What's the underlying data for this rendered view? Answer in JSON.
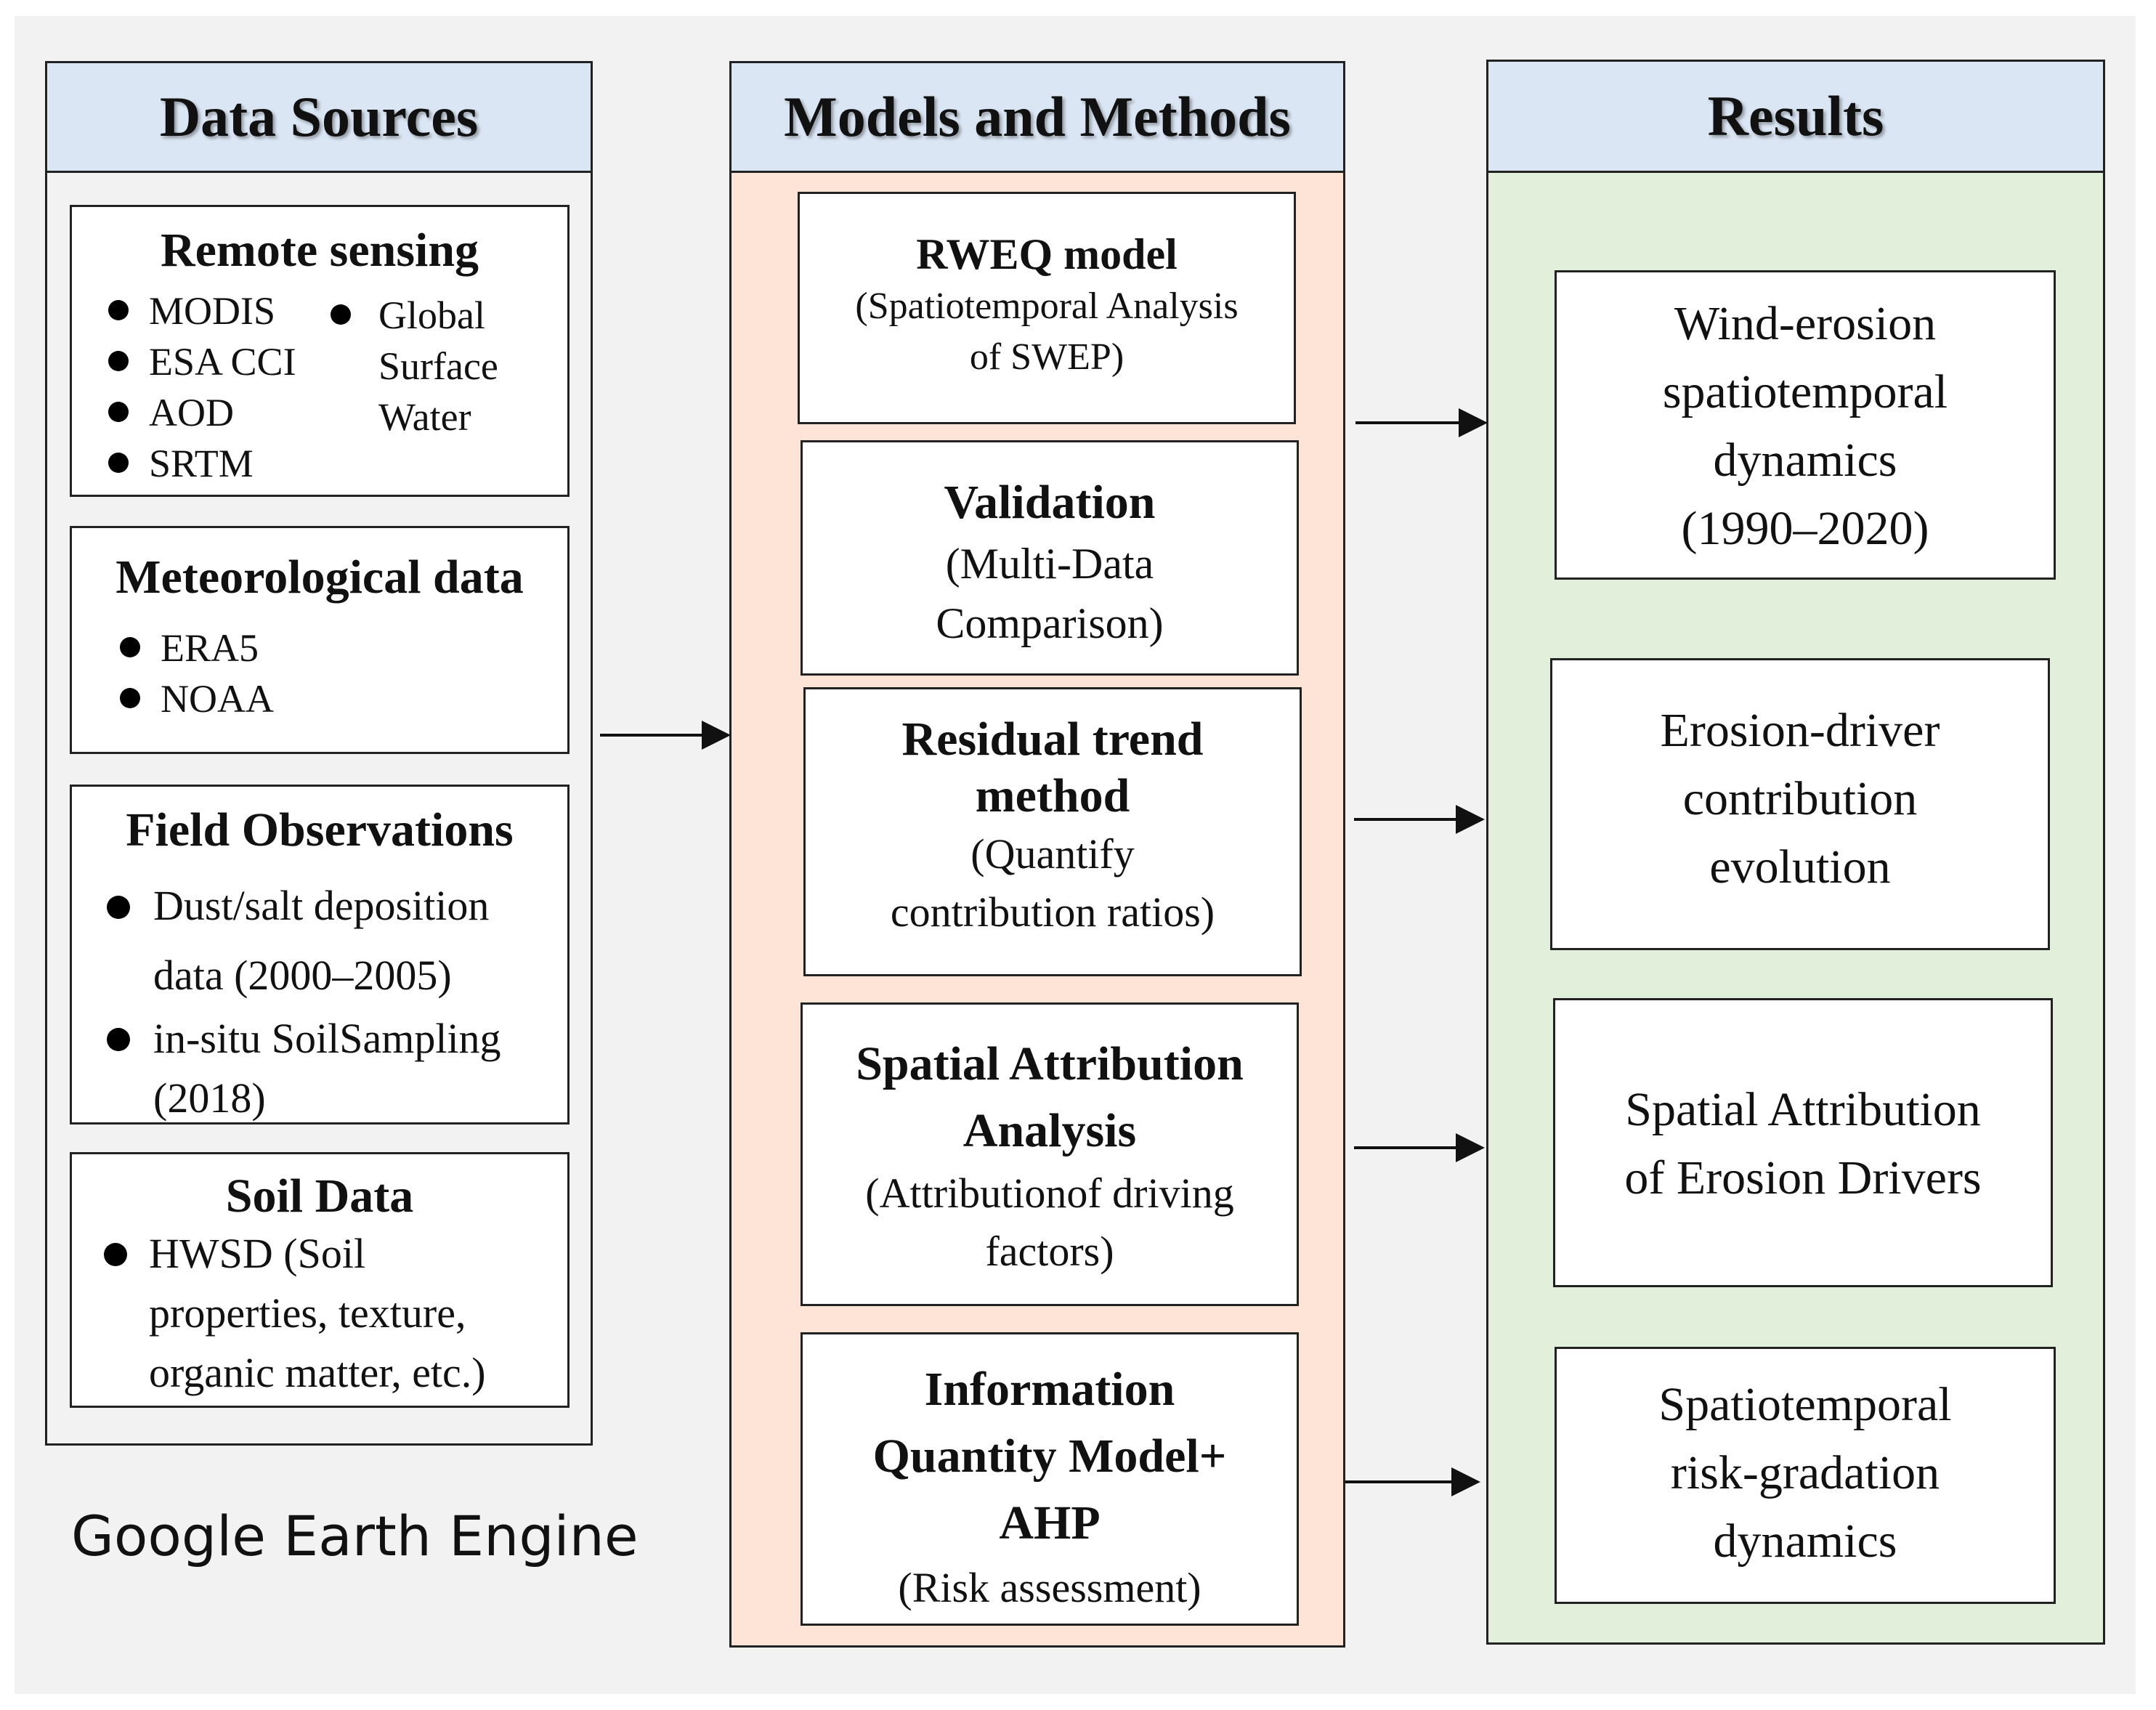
{
  "columns": {
    "data_sources": {
      "title": "Data Sources",
      "remote_sensing": {
        "heading": "Remote sensing",
        "left_items": [
          "MODIS",
          "ESA CCI",
          "AOD",
          "SRTM"
        ],
        "right_item": [
          "Global",
          "Surface",
          "Water"
        ]
      },
      "meteorological": {
        "heading": "Meteorological data",
        "items": [
          "ERA5",
          "NOAA"
        ]
      },
      "field_observations": {
        "heading": "Field Observations",
        "items": [
          [
            "Dust/salt deposition",
            "data (2000–2005)"
          ],
          [
            "in-situ SoilSampling",
            "(2018)"
          ]
        ]
      },
      "soil_data": {
        "heading": "Soil Data",
        "item": [
          "HWSD (Soil",
          "properties, texture,",
          "organic matter, etc.)"
        ]
      }
    },
    "models_methods": {
      "title": "Models and Methods",
      "boxes": [
        {
          "heading": [
            "RWEQ  model"
          ],
          "detail": [
            "(Spatiotemporal Analysis",
            "of SWEP)"
          ]
        },
        {
          "heading": [
            "Validation"
          ],
          "detail": [
            "(Multi-Data",
            "Comparison)"
          ]
        },
        {
          "heading": [
            "Residual trend",
            "method"
          ],
          "detail": [
            "(Quantify",
            "contribution  ratios)"
          ]
        },
        {
          "heading": [
            "Spatial Attribution",
            "Analysis"
          ],
          "detail": [
            "(Attributionof  driving",
            "factors)"
          ]
        },
        {
          "heading": [
            "Information",
            "Quantity Model+",
            "AHP"
          ],
          "detail": [
            "(Risk assessment)"
          ]
        }
      ]
    },
    "results": {
      "title": "Results",
      "boxes": [
        [
          "Wind-erosion",
          "spatiotemporal",
          "dynamics",
          "(1990–2020)"
        ],
        [
          "Erosion-driver",
          "contribution",
          "evolution"
        ],
        [
          "Spatial Attribution",
          "of Erosion Drivers"
        ],
        [
          "Spatiotemporal",
          "risk-gradation",
          "dynamics"
        ]
      ]
    }
  },
  "footer": {
    "platform": "Google Earth Engine"
  },
  "colors": {
    "header_fill": "#dbe6f4",
    "models_fill": "#fde4d6",
    "results_fill": "#e2efda",
    "background": "#f2f2f2"
  }
}
